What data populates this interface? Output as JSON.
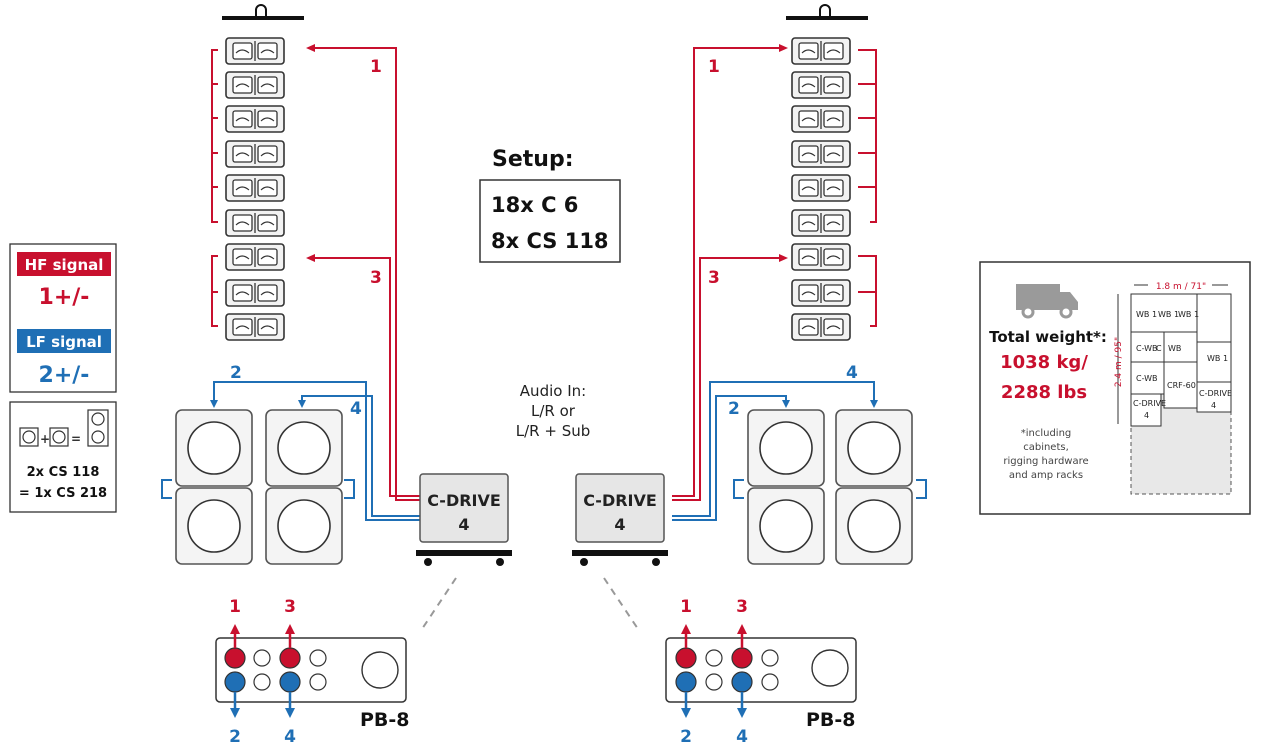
{
  "setup": {
    "heading": "Setup:",
    "line1": "18x C 6",
    "line2": "8x  CS 118"
  },
  "audio_in": {
    "line1": "Audio In:",
    "line2": "L/R or",
    "line3": "L/R + Sub"
  },
  "legend": {
    "hf_label": "HF signal",
    "hf_value": "1+/-",
    "lf_label": "LF signal",
    "lf_value": "2+/-",
    "hf_color": "#c8102e",
    "lf_color": "#1f6fb5"
  },
  "sub_note": {
    "line1": "2x CS 118",
    "line2": "= 1x CS 218"
  },
  "amps": {
    "left_line1": "C-DRIVE",
    "left_line2": "4",
    "right_line1": "C-DRIVE",
    "right_line2": "4"
  },
  "signal_numbers": {
    "n1": "1",
    "n2": "2",
    "n3": "3",
    "n4": "4"
  },
  "panels": {
    "left_label": "PB-8",
    "right_label": "PB-8"
  },
  "truck_box": {
    "width_label": "1.8 m / 71\"",
    "height_label": "2.4 m / 95\"",
    "weight_label": "Total weight*:",
    "weight_kg": "1038 kg/",
    "weight_lbs": "2288 lbs",
    "note1": "*including",
    "note2": "cabinets,",
    "note3": "rigging hardware",
    "note4": "and amp racks",
    "cells": {
      "wb_a": "WB 1",
      "wb_b": "WB 1",
      "wb_c": "WB 1",
      "cwb1": "C-WB",
      "cwb2": "C",
      "wb_d": "WB",
      "wb_e": "WB 1",
      "cwb3": "C-WB",
      "crf": "CRF-60",
      "cdrive_a1": "C-DRIVE",
      "cdrive_a2": "4",
      "cdrive_b1": "C-DRIVE",
      "cdrive_b2": "4"
    }
  }
}
